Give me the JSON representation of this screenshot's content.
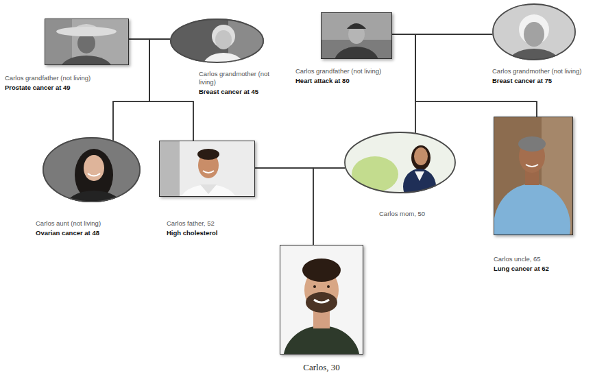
{
  "diagram": {
    "nodes": [
      {
        "text": [
          "Carlos grandfather (not living)",
          "Prostate cancer at 49"
        ]
      },
      {
        "text": [
          "Carlos grandmother (not living)",
          "Breast cancer at 45"
        ]
      },
      {
        "text": [
          "Carlos grandfather (not living)",
          "Heart attack at 80"
        ]
      },
      {
        "text": [
          "Carlos grandmother (not living)",
          "Breast cancer at 75"
        ]
      },
      {
        "text": [
          "Carlos aunt (not living)",
          "Ovarian cancer at 48"
        ]
      },
      {
        "text": [
          "Carlos father, 52",
          "High cholesterol"
        ]
      },
      {
        "text": [
          "Carlos mom, 50"
        ]
      },
      {
        "text": [
          "Carlos uncle, 65",
          "Lung cancer at 62"
        ]
      },
      {
        "text": [
          "Carlos, 30"
        ]
      }
    ],
    "edges": [
      {
        "from": 0,
        "to": 1,
        "arrow": "none"
      },
      {
        "from": 0,
        "to": 4,
        "arrow": "none"
      },
      {
        "from": 0,
        "to": 5,
        "arrow": "none"
      },
      {
        "from": 1,
        "to": 4,
        "arrow": "none"
      },
      {
        "from": 1,
        "to": 5,
        "arrow": "none"
      },
      {
        "from": 2,
        "to": 3,
        "arrow": "none"
      },
      {
        "from": 2,
        "to": 6,
        "arrow": "none"
      },
      {
        "from": 2,
        "to": 7,
        "arrow": "none"
      },
      {
        "from": 3,
        "to": 6,
        "arrow": "none"
      },
      {
        "from": 3,
        "to": 7,
        "arrow": "none"
      },
      {
        "from": 5,
        "to": 6,
        "arrow": "none"
      },
      {
        "from": 5,
        "to": 8,
        "arrow": "none"
      },
      {
        "from": 6,
        "to": 8,
        "arrow": "none"
      }
    ]
  }
}
